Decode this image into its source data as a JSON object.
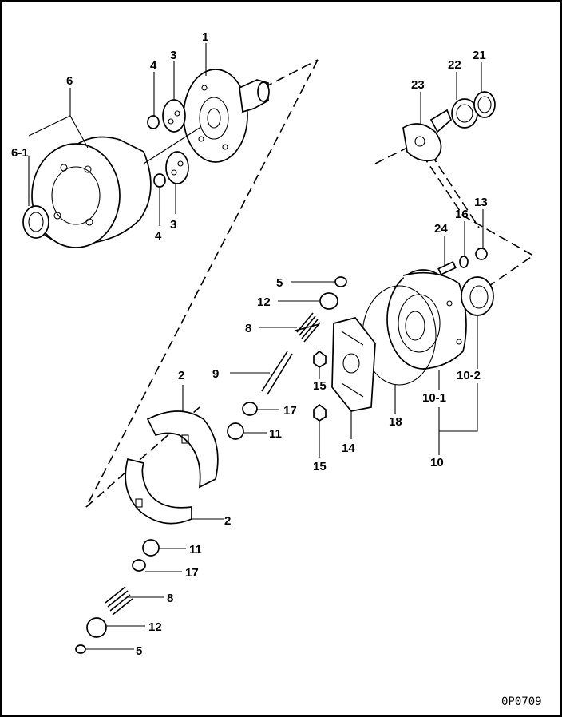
{
  "drawing": {
    "code": "0P0709",
    "callouts": [
      "1",
      "2",
      "2",
      "3",
      "3",
      "4",
      "4",
      "5",
      "5",
      "6",
      "6-1",
      "8",
      "8",
      "9",
      "10",
      "10-1",
      "10-2",
      "11",
      "11",
      "12",
      "12",
      "13",
      "14",
      "15",
      "15",
      "16",
      "17",
      "17",
      "18",
      "21",
      "22",
      "23",
      "24"
    ]
  }
}
